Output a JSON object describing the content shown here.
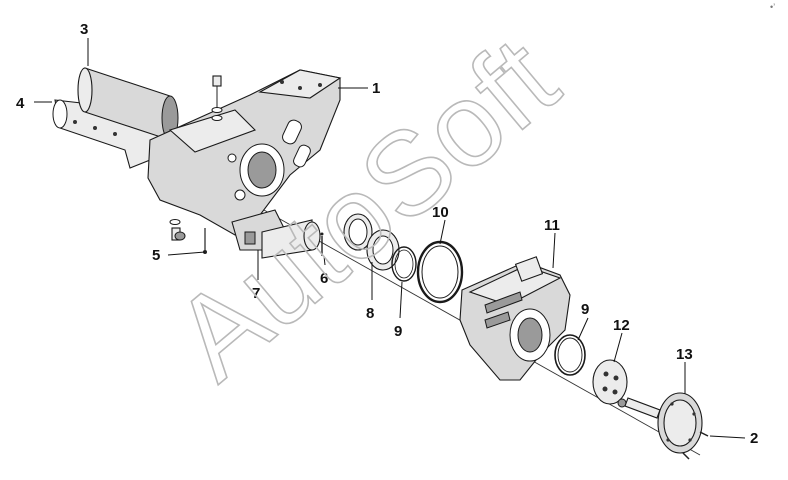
{
  "diagram": {
    "watermark": "AutoSoft",
    "corner_mark": "•’",
    "callouts": [
      "1",
      "2",
      "3",
      "4",
      "5",
      "6",
      "7",
      "8",
      "9",
      "10",
      "11",
      "9",
      "12",
      "13"
    ]
  }
}
